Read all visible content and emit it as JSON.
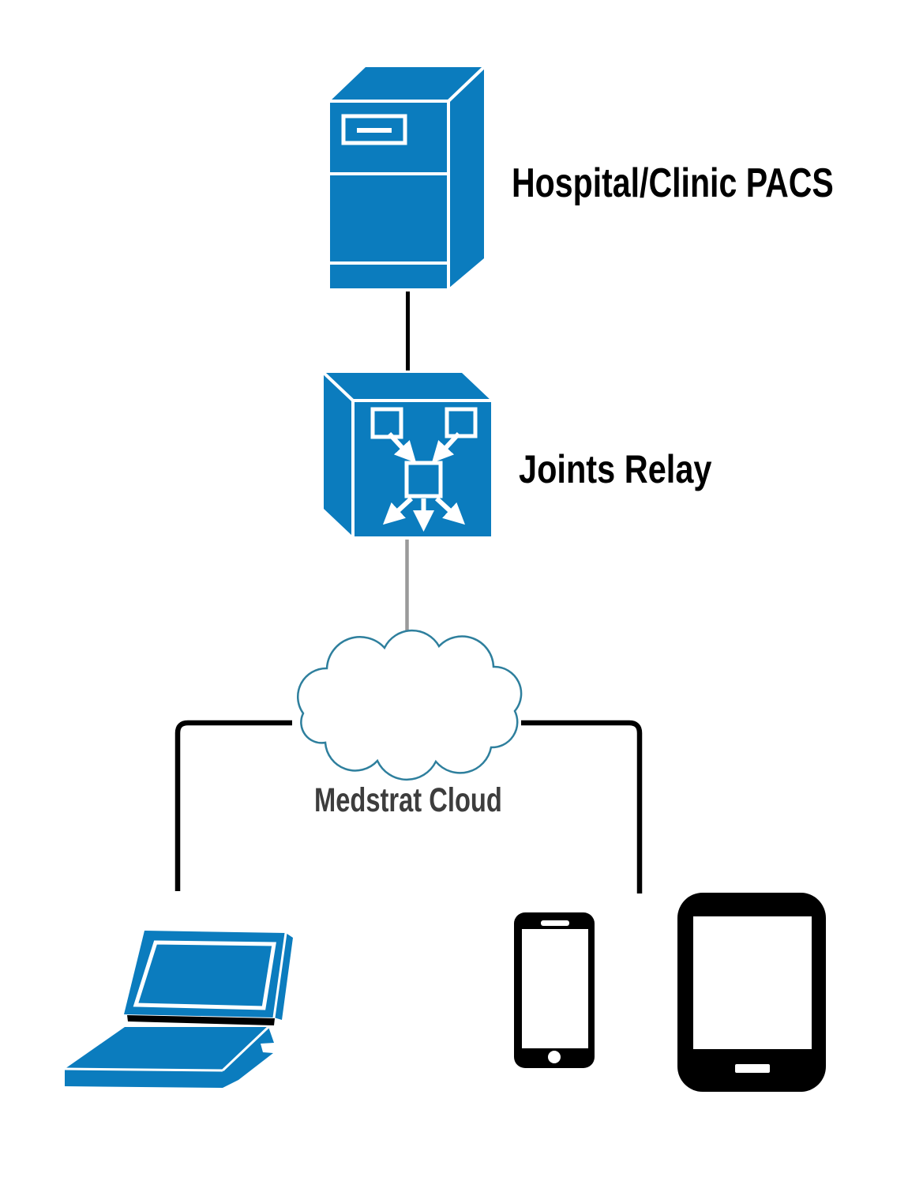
{
  "colors": {
    "device_blue": "#0b7cbe",
    "ink_black": "#000000",
    "cloud_outline": "#2e7f9d",
    "link_gray": "#9a9a9a",
    "cloud_label_gray": "#3d3d3d",
    "background": "#ffffff"
  },
  "nodes": {
    "pacs": {
      "label": "Hospital/Clinic PACS",
      "icon": "server-tower-icon"
    },
    "relay": {
      "label": "Joints Relay",
      "icon": "relay-cube-icon"
    },
    "cloud": {
      "label": "Medstrat Cloud",
      "icon": "cloud-icon"
    }
  },
  "devices": {
    "laptop": {
      "icon": "laptop-icon"
    },
    "phone": {
      "icon": "smartphone-icon"
    },
    "tablet": {
      "icon": "tablet-icon"
    }
  },
  "connectors": {
    "pacs_to_relay": {
      "style": "solid-black"
    },
    "relay_to_cloud": {
      "style": "solid-gray"
    },
    "cloud_to_laptop": {
      "style": "solid-black-elbow"
    },
    "cloud_to_mobile": {
      "style": "solid-black-elbow"
    }
  }
}
